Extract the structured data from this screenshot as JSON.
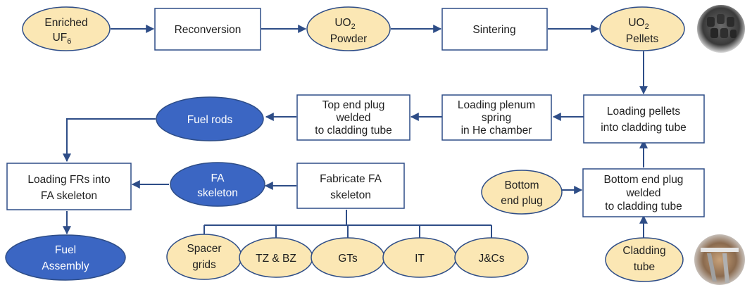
{
  "nodes": {
    "enriched_uf6": {
      "line1": "Enriched",
      "line2": "UF",
      "line2_sub": "6"
    },
    "reconversion": {
      "label": "Reconversion"
    },
    "uo2_powder": {
      "line1": "UO",
      "line1_sub": "2",
      "line2": "Powder"
    },
    "sintering": {
      "label": "Sintering"
    },
    "uo2_pellets": {
      "line1": "UO",
      "line1_sub": "2",
      "line2": "Pellets"
    },
    "loading_pellets": {
      "line1": "Loading pellets",
      "line2": "into cladding tube"
    },
    "loading_plenum": {
      "line1": "Loading plenum",
      "line2": "spring",
      "line3": "in He chamber"
    },
    "top_end_plug": {
      "line1": "Top end plug",
      "line2": "welded",
      "line3": "to cladding tube"
    },
    "fuel_rods": {
      "label": "Fuel rods"
    },
    "loading_frs": {
      "line1": "Loading FRs into",
      "line2": "FA skeleton"
    },
    "fa_skeleton": {
      "line1": "FA",
      "line2": "skeleton"
    },
    "fabricate_fa": {
      "line1": "Fabricate FA",
      "line2": "skeleton"
    },
    "fuel_assembly": {
      "line1": "Fuel",
      "line2": "Assembly"
    },
    "bottom_end_plug_part": {
      "line1": "Bottom",
      "line2": "end plug"
    },
    "bottom_end_plug_weld": {
      "line1": "Bottom end plug",
      "line2": "welded",
      "line3": "to cladding tube"
    },
    "cladding_tube": {
      "line1": "Cladding",
      "line2": "tube"
    },
    "spacer_grids": {
      "line1": "Spacer",
      "line2": "grids"
    },
    "tz_bz": {
      "label": "TZ & BZ"
    },
    "gts": {
      "label": "GTs"
    },
    "it": {
      "label": "IT"
    },
    "jcs": {
      "label": "J&Cs"
    }
  },
  "colors": {
    "oval_fill": "#fbe7b4",
    "oval_blue_fill": "#3b66c3",
    "stroke": "#2e4d87"
  },
  "images": {
    "pellets_photo": "pellets-photo",
    "cladding_photo": "cladding-tube-photo"
  }
}
